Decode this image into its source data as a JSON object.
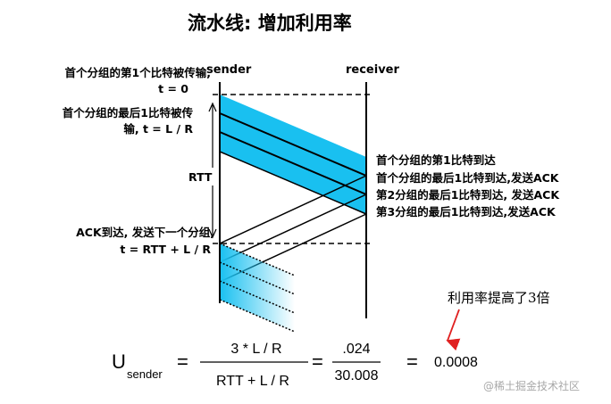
{
  "title": "流水线: 增加利用率",
  "columns": {
    "sender": "sender",
    "receiver": "receiver"
  },
  "sender_labels": {
    "first_bit_line1": "首个分组的第1个比特被传输,",
    "first_bit_line2": "t = 0",
    "last_bit_line1": "首个分组的最后1比特被传",
    "last_bit_line2": "输, t = L / R",
    "rtt": "RTT",
    "ack_line1": "ACK到达, 发送下一个分组,",
    "ack_line2": "t = RTT + L / R"
  },
  "receiver_labels": [
    "首个分组的第1比特到达",
    "首个分组的最后1比特到达,发送ACK",
    "第2分组的最后1比特到达, 发送ACK",
    "第3分组的最后1比特到达,发送ACK"
  ],
  "formula": {
    "u": "U",
    "sender": "sender",
    "eq": "=",
    "numerator": "3 * L / R",
    "denominator": "RTT + L / R",
    "num2": ".024",
    "den2": "30.008",
    "result": "0.0008"
  },
  "annotation": "利用率提高了3倍",
  "watermark": "@稀土掘金技术社区",
  "colors": {
    "packet": "#19c0f0",
    "arrow": "#e02020"
  }
}
